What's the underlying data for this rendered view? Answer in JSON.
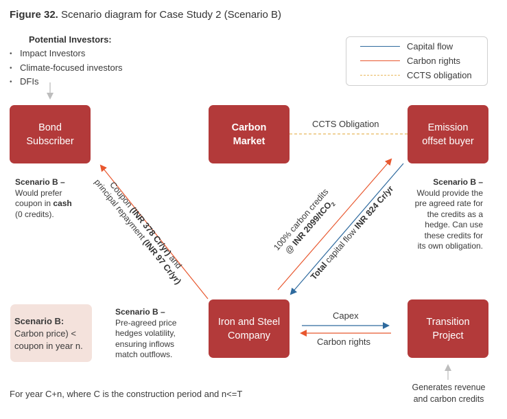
{
  "figure": {
    "title_bold": "Figure 32.",
    "title_rest": " Scenario diagram for Case Study 2 (Scenario B)"
  },
  "investors": {
    "heading": "Potential Investors:",
    "items": [
      "Impact Investors",
      "Climate-focused investors",
      "DFIs"
    ]
  },
  "legend": {
    "items": [
      {
        "label": "Capital flow",
        "color": "#2e6a9e",
        "style": "solid"
      },
      {
        "label": "Carbon rights",
        "color": "#e8572e",
        "style": "solid"
      },
      {
        "label": "CCTS obligation",
        "color": "#e8b85c",
        "style": "dashed"
      }
    ]
  },
  "nodes": {
    "bond_subscriber": {
      "line1": "Bond",
      "line2": "Subscriber"
    },
    "carbon_market": {
      "line1": "Carbon",
      "line2": "Market"
    },
    "emission_offset_buyer": {
      "line1": "Emission",
      "line2": "offset buyer"
    },
    "iron_steel": {
      "line1": "Iron and Steel",
      "line2": "Company"
    },
    "transition_project": {
      "line1": "Transition",
      "line2": "Project"
    }
  },
  "edges": {
    "ccts": "CCTS Obligation",
    "coupon": {
      "line1_pre": "Coupon ",
      "line1_bold": "(INR 378 Cr/yr)",
      "line1_post": " and",
      "line2_pre": "principal repayment ",
      "line2_bold": "(INR 97 Cr/yr)"
    },
    "credits": {
      "line1": "100% carbon credits",
      "line2_pre": "@ ",
      "line2_bold": "INR 2099/tCO",
      "line2_sub": "2"
    },
    "capital": {
      "pre_bold": "Total",
      "mid": " capital flow ",
      "post_bold": "INR 824 Cr/yr"
    },
    "capex": "Capex",
    "carbon_rights": "Carbon rights"
  },
  "notes": {
    "bond": {
      "heading": "Scenario B –",
      "line1": "Would prefer",
      "line2_pre": "coupon in ",
      "line2_bold": "cash",
      "line3": "(0 credits)."
    },
    "buyer": {
      "heading": "Scenario B –",
      "lines": [
        "Would provide the",
        "pre agreed rate for",
        "the credits as a",
        "hedge. Can use",
        "these credits for",
        "its own obligation."
      ]
    },
    "steel": {
      "heading": "Scenario B –",
      "lines": [
        "Pre-agreed price",
        "hedges volatility,",
        "ensuring inflows",
        "match outflows."
      ]
    },
    "pink": {
      "heading": "Scenario B:",
      "lines": [
        "Carbon price) <",
        "coupon  in year n."
      ]
    },
    "project": {
      "lines": [
        "Generates revenue",
        "and carbon credits"
      ]
    }
  },
  "footer": "For year C+n, where C is the construction period and n<=T",
  "colors": {
    "node": "#b33a3a",
    "capital": "#2e6a9e",
    "carbon": "#e8572e",
    "ccts": "#e8b85c",
    "gray_arrow": "#bdbdbd",
    "pink_box": "#f4e2dc"
  }
}
